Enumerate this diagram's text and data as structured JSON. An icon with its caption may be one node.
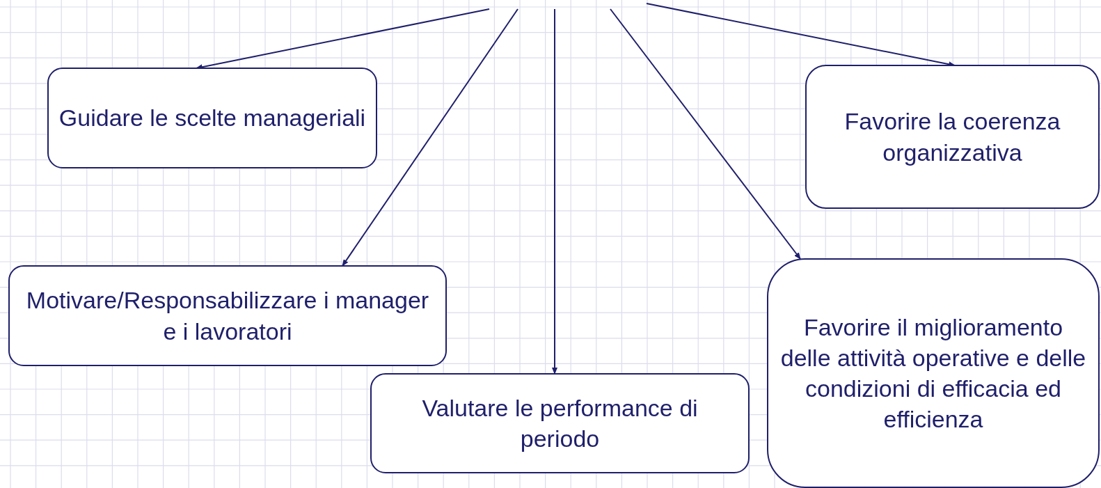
{
  "diagram": {
    "nodes": [
      {
        "text": [
          "Guidare le scelte manageriali"
        ]
      },
      {
        "text": [
          "Favorire la coerenza organizzativa"
        ]
      },
      {
        "text": [
          "Motivare/Responsabilizzare i manager e i lavoratori"
        ]
      },
      {
        "text": [
          "Favorire il miglioramento delle attività operative e delle condizioni di efficacia ed efficienza"
        ]
      },
      {
        "text": [
          "Valutare le performance di periodo"
        ]
      }
    ],
    "edges": [
      {
        "from": null,
        "to": 0,
        "arrow": "to"
      },
      {
        "from": null,
        "to": 2,
        "arrow": "to"
      },
      {
        "from": null,
        "to": 4,
        "arrow": "to"
      },
      {
        "from": null,
        "to": 3,
        "arrow": "to"
      },
      {
        "from": null,
        "to": 1,
        "arrow": "to"
      }
    ]
  }
}
